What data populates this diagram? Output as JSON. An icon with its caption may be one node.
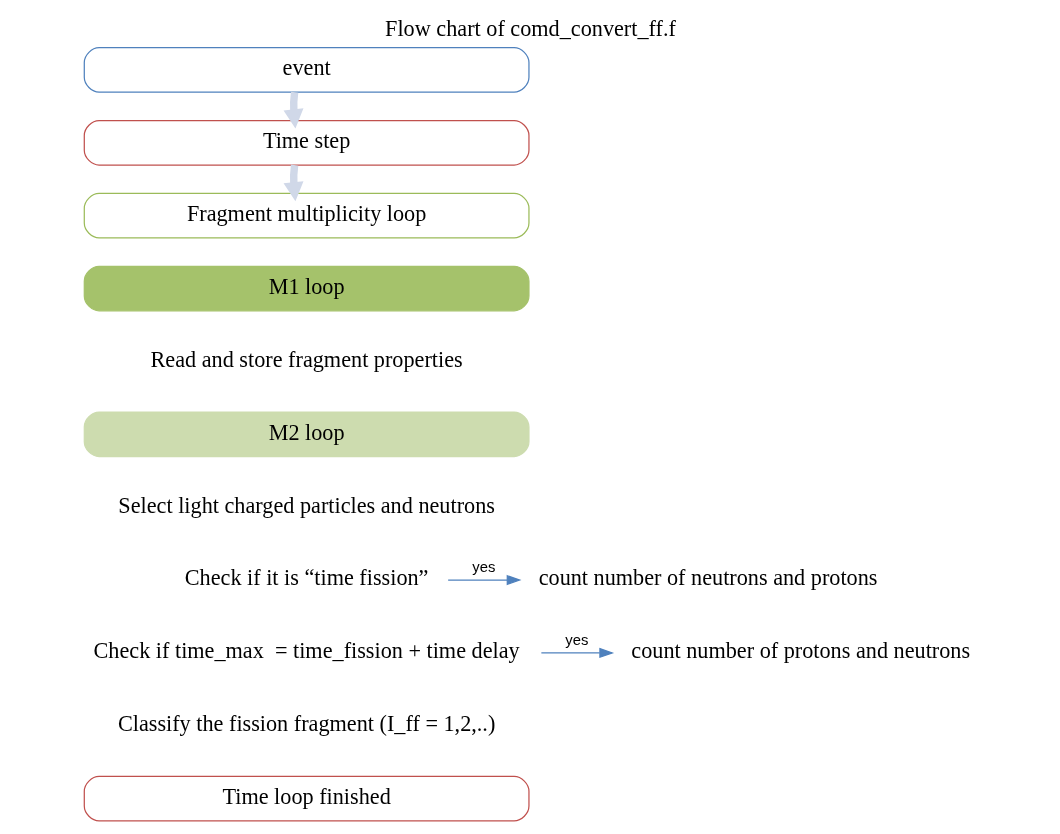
{
  "diagram": {
    "title": "Flow chart of comd_convert_ff.f",
    "nodes": [
      {
        "text": [
          "event"
        ]
      },
      {
        "text": [
          "Time step"
        ]
      },
      {
        "text": [
          "Fragment multiplicity loop"
        ]
      },
      {
        "text": [
          "M1 loop"
        ]
      },
      {
        "text": [
          "Read and store fragment properties"
        ]
      },
      {
        "text": [
          "M2 loop"
        ]
      },
      {
        "text": [
          "Select light charged particles and neutrons"
        ]
      },
      {
        "text": [
          "Check if it is “time fission”"
        ]
      },
      {
        "text": [
          "count number of neutrons and protons"
        ]
      },
      {
        "text": [
          "Check if time_max  = time_fission + time delay"
        ]
      },
      {
        "text": [
          "count number of protons and neutrons"
        ]
      },
      {
        "text": [
          "Classify the fission fragment (I_ff = 1,2,..)"
        ]
      },
      {
        "text": [
          "Time loop finished"
        ]
      }
    ],
    "edges": [
      {
        "from": 0,
        "to": 1,
        "arrow": "to",
        "style": "thick",
        "color": "#d0d8e8"
      },
      {
        "from": 1,
        "to": 2,
        "arrow": "to",
        "style": "thick",
        "color": "#d0d8e8"
      },
      {
        "from": 7,
        "to": 8,
        "arrow": "to",
        "label": "yes",
        "color": "#4f81bd"
      },
      {
        "from": 9,
        "to": 10,
        "arrow": "to",
        "label": "yes",
        "color": "#4f81bd"
      }
    ]
  }
}
